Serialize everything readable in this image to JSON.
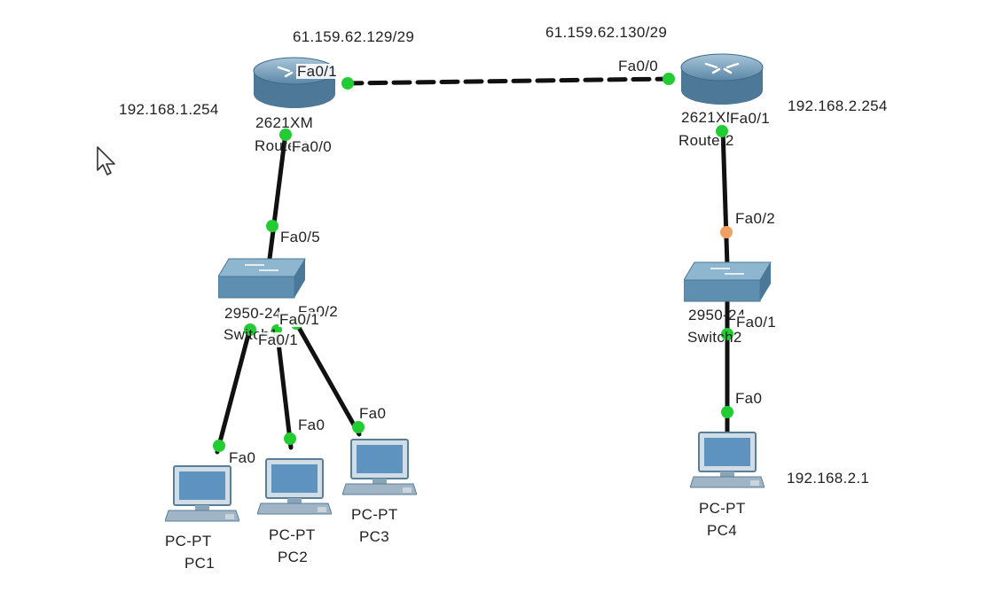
{
  "ips": {
    "wan_r1": "61.159.62.129/29",
    "wan_r2": "61.159.62.130/29",
    "lan_r1": "192.168.1.254",
    "lan_r2": "192.168.2.254",
    "pc4": "192.168.2.1"
  },
  "devices": {
    "router1": {
      "model": "2621XM",
      "name": "Router1"
    },
    "router2": {
      "model": "2621XM",
      "name": "Router2"
    },
    "switch1": {
      "model": "2950-24",
      "name": "Switch1"
    },
    "switch2": {
      "model": "2950-24",
      "name": "Switch2"
    },
    "pc1": {
      "type": "PC-PT",
      "name": "PC1"
    },
    "pc2": {
      "type": "PC-PT",
      "name": "PC2"
    },
    "pc3": {
      "type": "PC-PT",
      "name": "PC3"
    },
    "pc4": {
      "type": "PC-PT",
      "name": "PC4"
    }
  },
  "ports": {
    "r1_wan": "Fa0/1",
    "r1_lan": "Fa0/0",
    "r2_wan": "Fa0/0",
    "r2_lan": "Fa0/1",
    "s1_uplink": "Fa0/5",
    "s1_pc1": "Fa0/1",
    "s1_pc2": "Fa0/1",
    "s1_pc3": "Fa0/2",
    "s2_uplink": "Fa0/2",
    "s2_pc4": "Fa0/1",
    "pc1_nic": "Fa0",
    "pc2_nic": "Fa0",
    "pc3_nic": "Fa0",
    "pc4_nic": "Fa0"
  },
  "colors": {
    "link_up": "#22cc33",
    "link_pending": "#f0a060",
    "cable": "#111111",
    "device_blue": "#6f9fbd"
  }
}
